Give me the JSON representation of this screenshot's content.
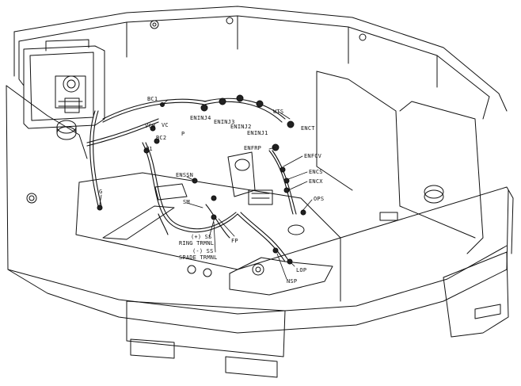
{
  "labels": {
    "bc1": "BC1",
    "vcb": "VCB",
    "vc": "VC",
    "p": "P",
    "bc2": "BC2",
    "h1": "H1",
    "g": "G",
    "eninj4": "ENINJ4",
    "eninj3": "ENINJ3",
    "eninj2": "ENINJ2",
    "eninj1": "ENINJ1",
    "wts": "WTS",
    "enct": "ENCT",
    "enfrp": "ENFRP",
    "enfcv": "ENFCV",
    "encs": "ENCS",
    "encx": "ENCX",
    "enssn": "ENSSN",
    "sm": "SM",
    "ops": "OPS",
    "pos_ss": "(+) SS",
    "ring_trmnl": "RING TRMNL",
    "neg_ss": "(-) SS",
    "spade_trmnl": "SPADE TRMNL",
    "fp": "FP",
    "lop": "LOP",
    "nsp": "NSP"
  },
  "colors": {
    "line": "#111111",
    "background": "#ffffff"
  }
}
